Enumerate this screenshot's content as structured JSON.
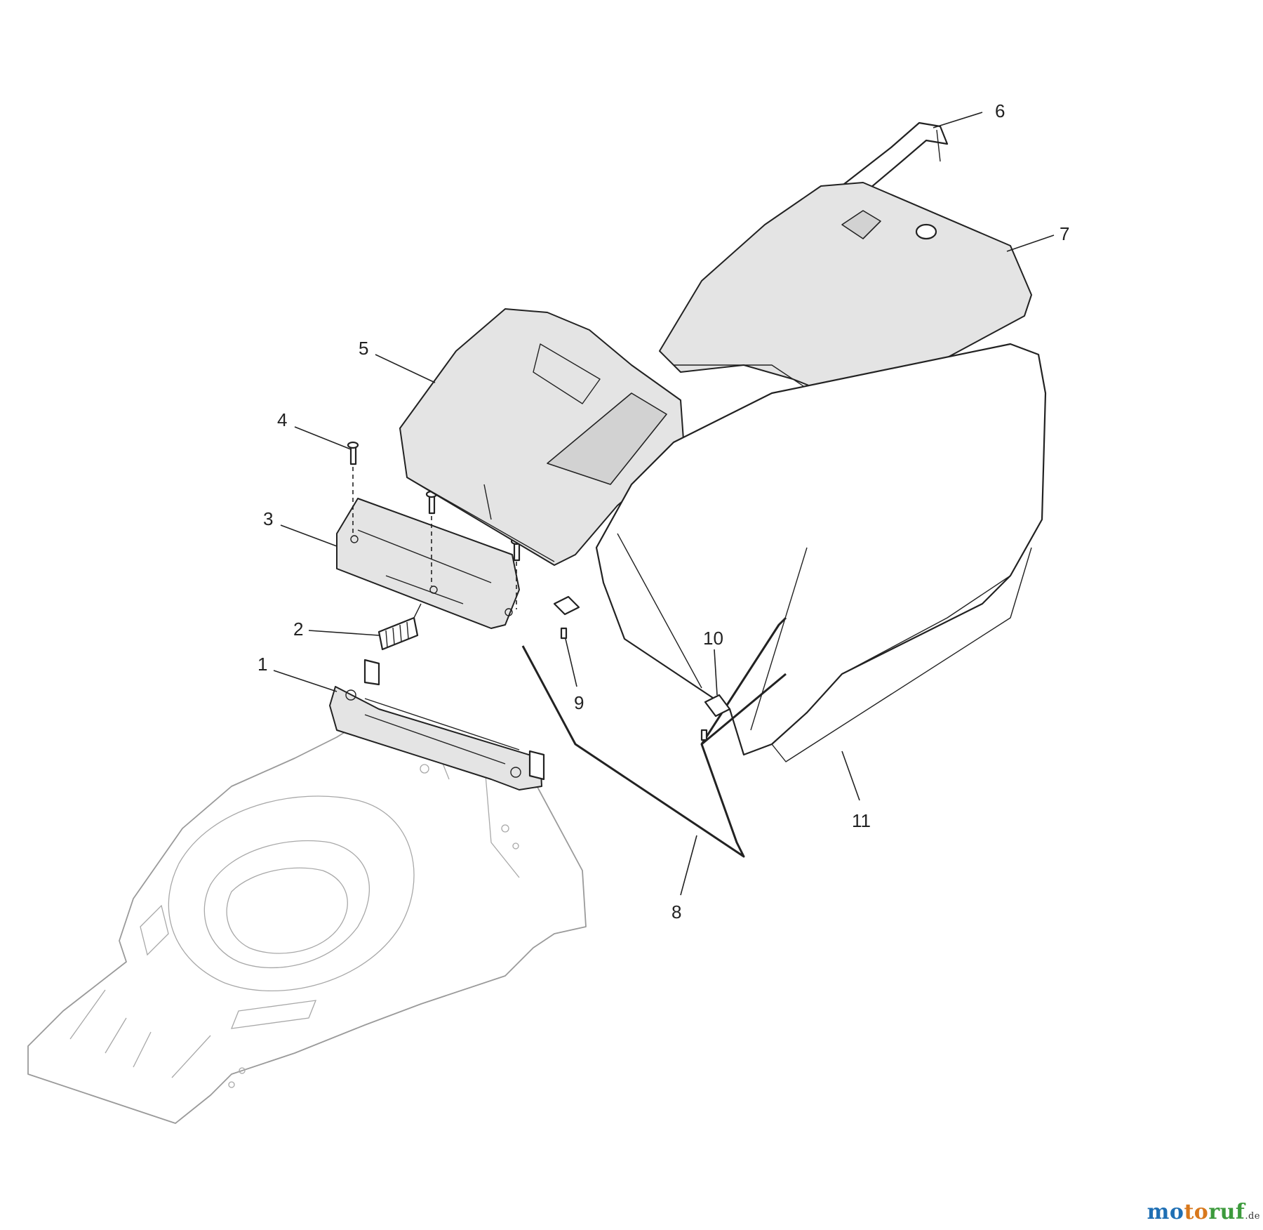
{
  "callouts": [
    {
      "id": "1",
      "label": "1"
    },
    {
      "id": "2",
      "label": "2"
    },
    {
      "id": "3",
      "label": "3"
    },
    {
      "id": "4",
      "label": "4"
    },
    {
      "id": "5",
      "label": "5"
    },
    {
      "id": "6",
      "label": "6"
    },
    {
      "id": "7",
      "label": "7"
    },
    {
      "id": "8",
      "label": "8"
    },
    {
      "id": "9",
      "label": "9"
    },
    {
      "id": "10",
      "label": "10"
    },
    {
      "id": "11",
      "label": "11"
    }
  ],
  "watermark": {
    "part1": "mo",
    "part2": "to",
    "part3": "ruf",
    "tld": ".de"
  },
  "colors": {
    "line": "#222222",
    "deck_line": "#9a9a9a",
    "watermark_blue": "#1f6fb4",
    "watermark_orange": "#d8781c",
    "watermark_green": "#3c9a3c"
  }
}
